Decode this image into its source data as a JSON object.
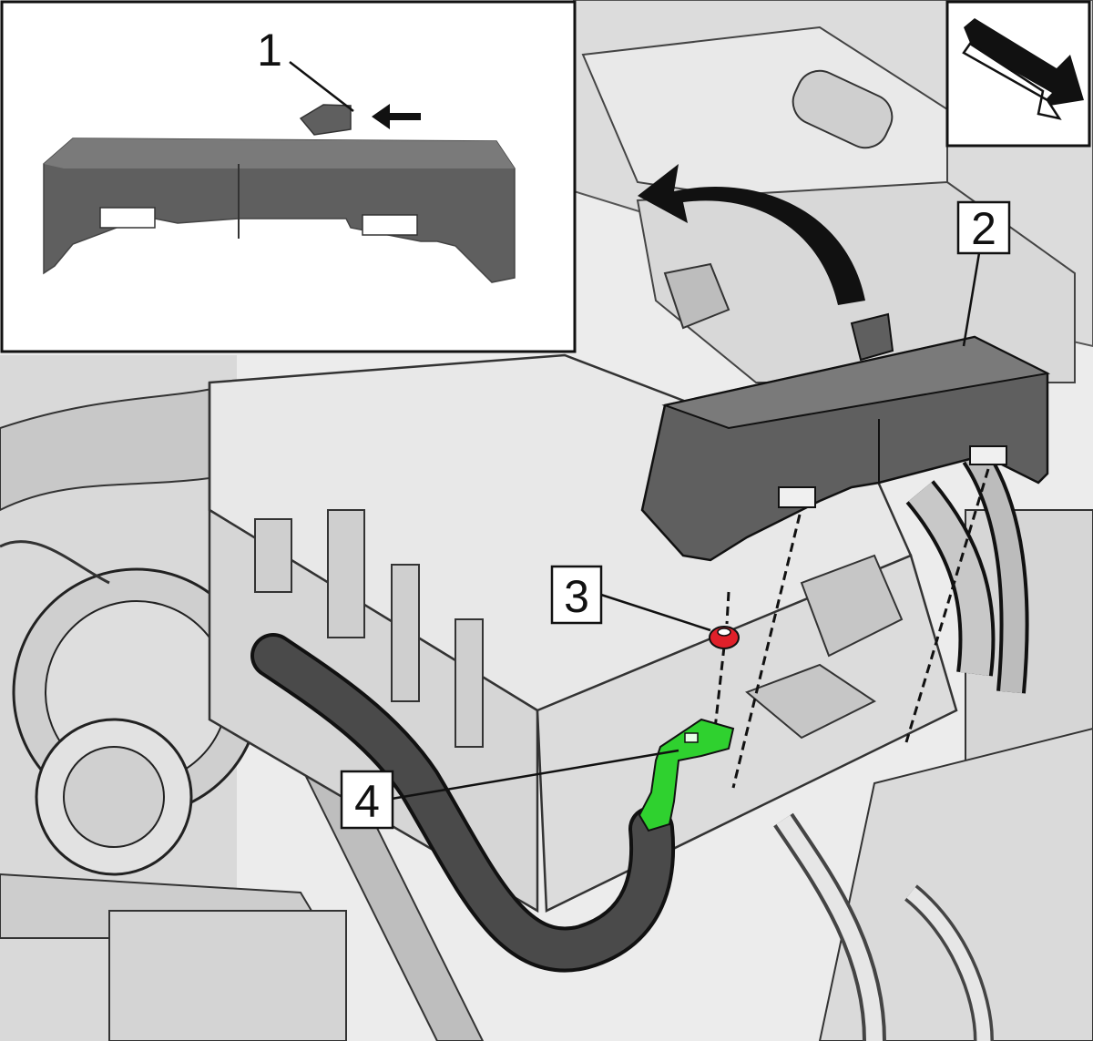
{
  "callouts": [
    {
      "id": "1",
      "text": "1"
    },
    {
      "id": "2",
      "text": "2"
    },
    {
      "id": "3",
      "text": "3"
    },
    {
      "id": "4",
      "text": "4"
    }
  ],
  "colors": {
    "cover": "#5f5f5f",
    "cover_highlight": "#7a7a7a",
    "housing": "#e4e4e4",
    "housing_shadow": "#c9c9c9",
    "engine": "#d6d6d6",
    "hose": "#3f3f3f",
    "fastener": "#e0202a",
    "bracket": "#2fd12f",
    "outline": "#111111"
  },
  "icons": {
    "orientation": "direction-arrow-icon",
    "removal_arrow": "curved-arrow-icon",
    "detail_arrow": "pointer-arrow-icon"
  }
}
